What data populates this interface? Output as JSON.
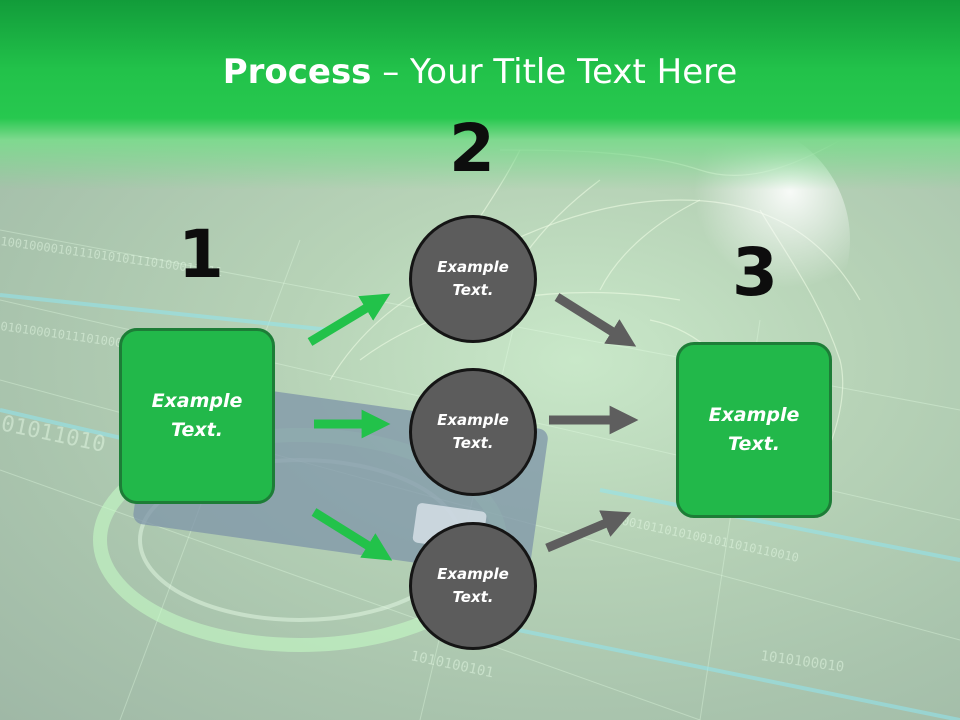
{
  "title": {
    "bold": "Process",
    "rest": " – Your Title Text Here"
  },
  "steps": {
    "one": {
      "number": "1",
      "text": "Example\nText."
    },
    "two": {
      "number": "2"
    },
    "three": {
      "number": "3",
      "text": "Example\nText."
    }
  },
  "circles": [
    {
      "text": "Example\nText."
    },
    {
      "text": "Example\nText."
    },
    {
      "text": "Example\nText."
    }
  ],
  "colors": {
    "header_green": "#22c24a",
    "box_green": "#22b84a",
    "circle_gray": "#5c5c5c",
    "arrow_green": "#22c24a",
    "arrow_gray": "#5e5e5e"
  }
}
